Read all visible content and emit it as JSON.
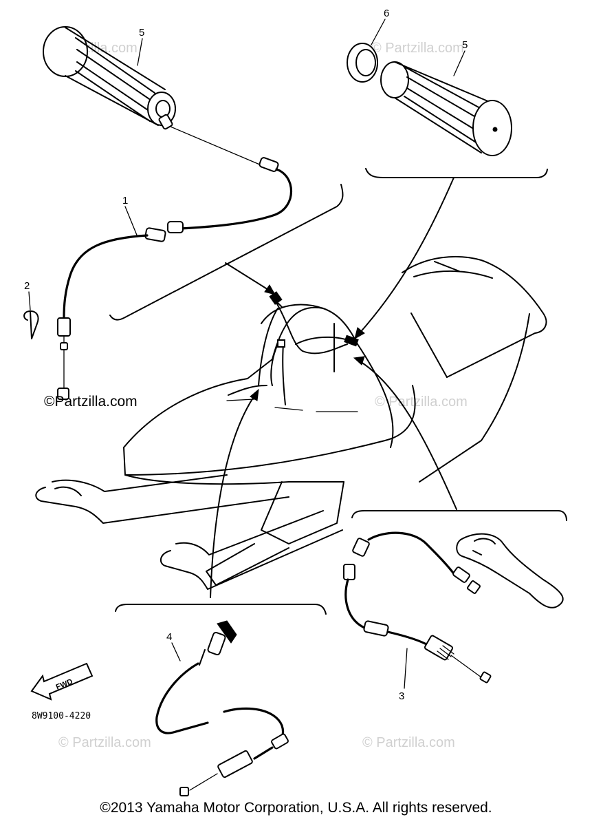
{
  "callouts": {
    "grip_left": "5",
    "grip_right": "5",
    "ring": "6",
    "throttle_cable": "1",
    "clip": "2",
    "brake_cable": "3",
    "choke_cable": "4"
  },
  "diagram_code": "8W9100-4220",
  "fwd_label": "FWD",
  "watermarks": {
    "primary": "©Partzilla.com",
    "faint": "© Partzilla.com"
  },
  "copyright": "©2013 Yamaha Motor Corporation, U.S.A. All rights reserved.",
  "colors": {
    "line": "#000000",
    "watermark": "#d0d0d0",
    "background": "#ffffff"
  },
  "icons": [
    "forward-arrow-icon"
  ]
}
